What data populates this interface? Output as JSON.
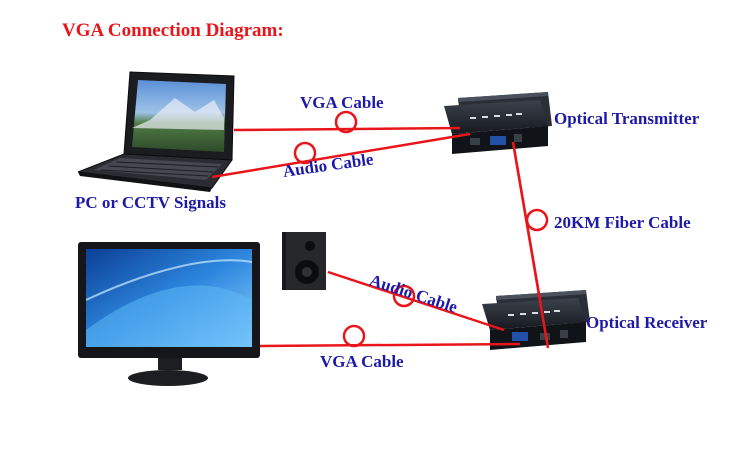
{
  "title": "VGA Connection Diagram:",
  "labels": {
    "vga_cable_top": "VGA Cable",
    "audio_cable_top": "Audio Cable",
    "source": "PC or CCTV Signals",
    "transmitter": "Optical Transmitter",
    "fiber": "20KM Fiber Cable",
    "audio_cable_bottom": "Audio Cable",
    "receiver": "Optical Receiver",
    "vga_cable_bottom": "VGA Cable"
  },
  "colors": {
    "title": "#e8161b",
    "label": "#1d1aa8",
    "cable": "#e8161b",
    "device": "#1f242c"
  },
  "icons": [
    "laptop-icon",
    "monitor-icon",
    "speaker-icon",
    "transmitter-device-icon",
    "receiver-device-icon"
  ]
}
